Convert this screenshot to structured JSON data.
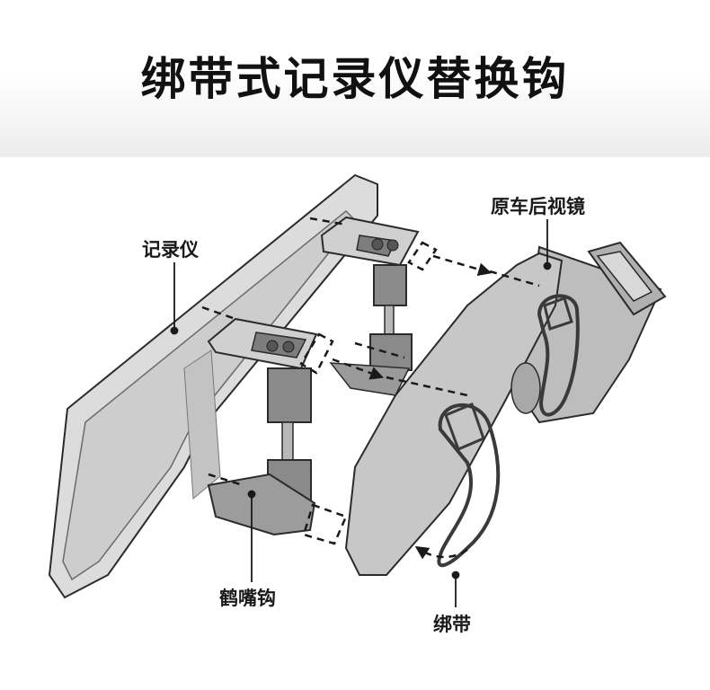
{
  "title": "绑带式记录仪替换钩",
  "labels": {
    "recorder": "记录仪",
    "original_mirror": "原车后视镜",
    "crane_hook": "鹤嘴钩",
    "strap": "绑带"
  },
  "colors": {
    "outline": "#2b2b2b",
    "mirror_fill": "#c9c9c9",
    "recorder_fill": "#d3d3d3",
    "hook_fill": "#8f8f8f",
    "strap_stroke": "#3a3a3a",
    "arrow": "#1a1a1a"
  }
}
